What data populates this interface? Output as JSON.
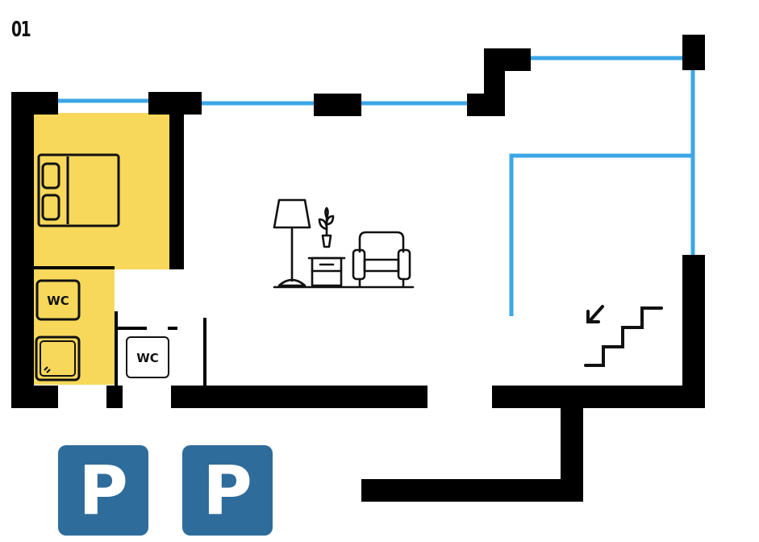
{
  "floor": {
    "label": "01"
  },
  "rooms": {
    "wc_yellow_label": "WC",
    "wc_white_label": "WC"
  },
  "parking": [
    {
      "label": "P"
    },
    {
      "label": "P"
    }
  ],
  "colors": {
    "wall": "#000000",
    "window": "#3ca6e6",
    "highlight": "#f7d85b",
    "parking": "#2e6c9b"
  },
  "icons": [
    "bed-icon",
    "wc-icon",
    "shower-icon",
    "floor-lamp-icon",
    "plant-icon",
    "nightstand-icon",
    "armchair-icon",
    "stairs-icon",
    "stairs-direction-arrow-icon",
    "parking-icon"
  ]
}
